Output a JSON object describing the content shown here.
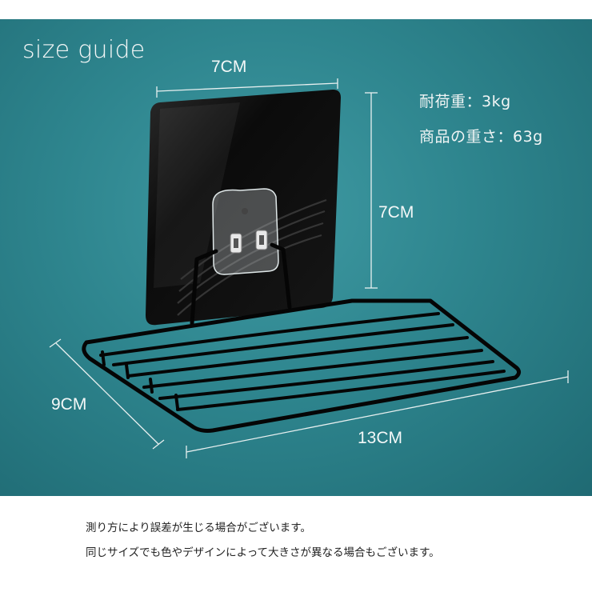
{
  "heading": "size guide",
  "dimensions": {
    "width_top": "7CM",
    "height_side": "7CM",
    "depth": "9CM",
    "length": "13CM"
  },
  "specs": {
    "load": "耐荷重：3kg",
    "weight": "商品の重さ：63g"
  },
  "notes": [
    "測り方により誤差が生じる場合がございます。",
    "同じサイズでも色やデザインによって大きさが異なる場合もございます。"
  ],
  "colors": {
    "background": "#2e858e",
    "plate": "#0d0d0d",
    "text": "#f4f8f8"
  }
}
